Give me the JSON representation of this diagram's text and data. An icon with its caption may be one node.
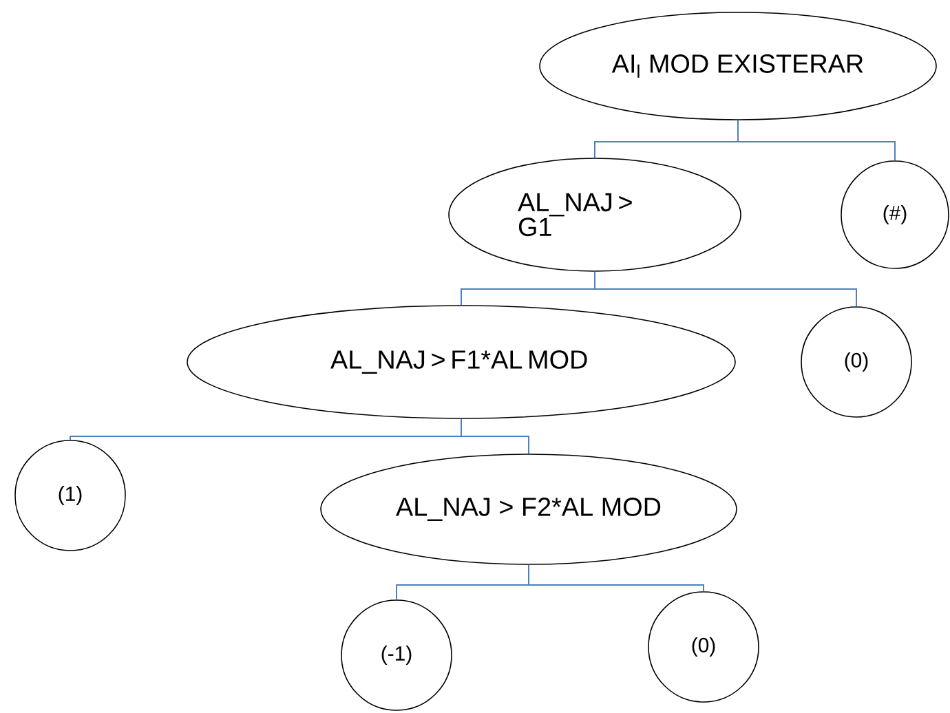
{
  "diagram": {
    "nodes": [
      {
        "text": [
          "AI$_{l}$ MOD EXISTERAR"
        ]
      },
      {
        "text": [
          "AL_NAJ > G1"
        ]
      },
      {
        "text": [
          "(#)"
        ]
      },
      {
        "text": [
          "AL_NAJ > F1*AL MOD"
        ]
      },
      {
        "text": [
          "(0)"
        ]
      },
      {
        "text": [
          "(1)"
        ]
      },
      {
        "text": [
          "AL_NAJ > F2*AL MOD"
        ]
      },
      {
        "text": [
          "(-1)"
        ]
      },
      {
        "text": [
          "(0)"
        ]
      }
    ],
    "edges": [
      {
        "from": 0,
        "to": 1,
        "arrow": "none"
      },
      {
        "from": 0,
        "to": 2,
        "arrow": "none"
      },
      {
        "from": 1,
        "to": 3,
        "arrow": "none"
      },
      {
        "from": 1,
        "to": 4,
        "arrow": "none"
      },
      {
        "from": 3,
        "to": 5,
        "arrow": "none"
      },
      {
        "from": 3,
        "to": 6,
        "arrow": "none"
      },
      {
        "from": 6,
        "to": 7,
        "arrow": "none"
      },
      {
        "from": 6,
        "to": 8,
        "arrow": "none"
      }
    ]
  }
}
